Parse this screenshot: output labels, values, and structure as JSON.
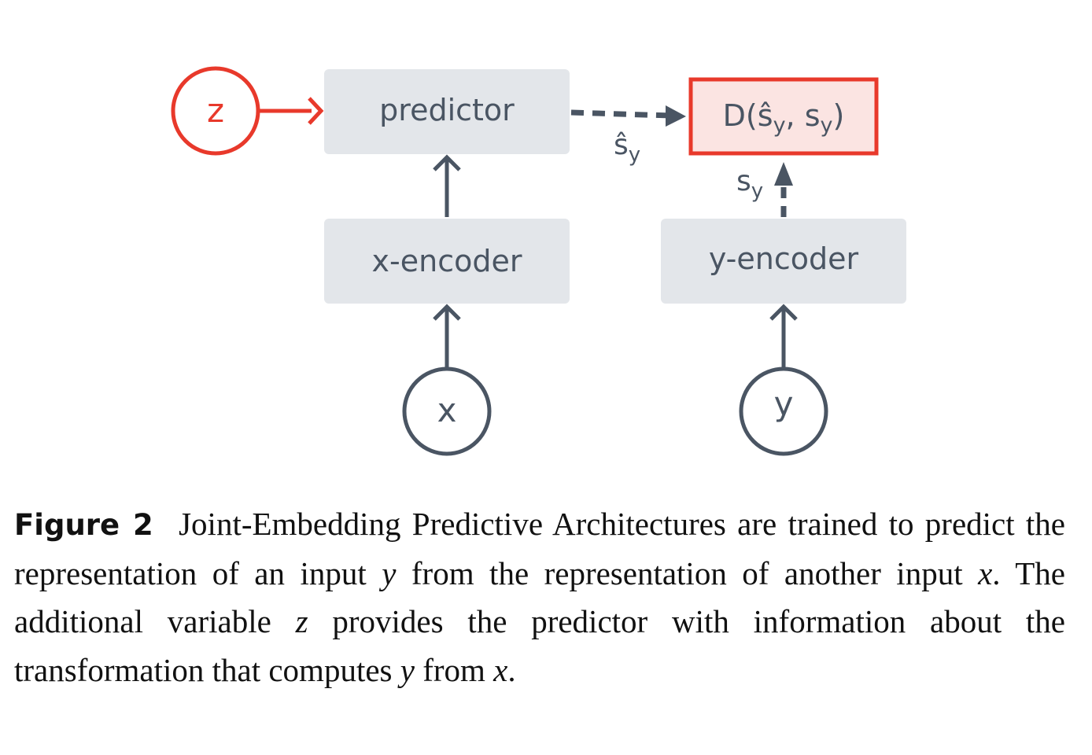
{
  "diagram": {
    "nodes": {
      "z": "z",
      "predictor": "predictor",
      "x_encoder": "x-encoder",
      "y_encoder": "y-encoder",
      "x": "x",
      "y": "y",
      "distance": {
        "prefix": "D(",
        "s_hat": "ŝ",
        "sub": "y",
        "comma": ", ",
        "s": "s",
        "suffix": ")"
      }
    },
    "edge_labels": {
      "s_hat_y": {
        "base": "ŝ",
        "sub": "y"
      },
      "s_y": {
        "base": "s",
        "sub": "y"
      }
    },
    "colors": {
      "box_fill": "#e3e6ea",
      "stroke": "#4a5563",
      "accent": "#e8392b",
      "accent_fill": "#fbe4e2"
    }
  },
  "caption": {
    "label": "Figure 2",
    "segments": [
      "Joint-Embedding Predictive Architectures are trained to predict the representation of an input ",
      "y",
      " from the representation of another input ",
      "x",
      ". The additional vari­able ",
      "z",
      " provides the predictor with information about the transformation that computes ",
      "y",
      " from ",
      "x",
      "."
    ]
  }
}
